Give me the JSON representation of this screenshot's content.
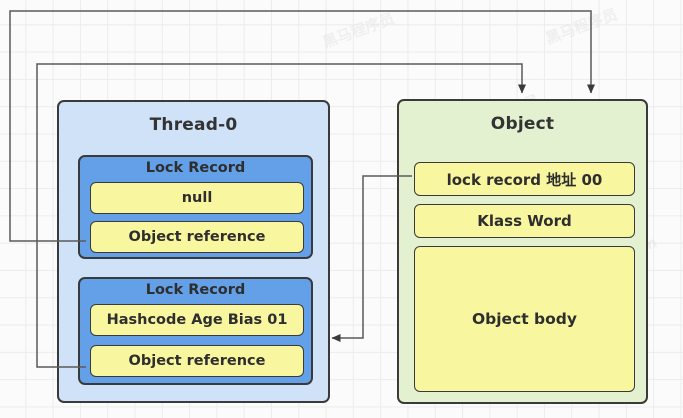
{
  "diagram": {
    "title": "Java object header / lock record (biased locking) diagram",
    "background": "#fbfbfb",
    "grid_color": "#ececec"
  },
  "thread_panel": {
    "title": "Thread-0",
    "fill": "#cfe2f7",
    "border": "#3a3a3a",
    "lock_records": [
      {
        "title": "Lock Record",
        "fill": "#63a0e8",
        "slots": [
          {
            "label": "null",
            "fill": "#f8f69f"
          },
          {
            "label": "Object reference",
            "fill": "#f8f69f"
          }
        ]
      },
      {
        "title": "Lock Record",
        "fill": "#63a0e8",
        "slots": [
          {
            "label": "Hashcode Age Bias 01",
            "fill": "#f8f69f"
          },
          {
            "label": "Object reference",
            "fill": "#f8f69f"
          }
        ]
      }
    ]
  },
  "object_panel": {
    "title": "Object",
    "fill": "#e3f1d1",
    "border": "#3a3a3a",
    "rows": [
      {
        "label": "lock record 地址 00",
        "fill": "#f8f69f"
      },
      {
        "label": "Klass Word",
        "fill": "#f8f69f"
      },
      {
        "label": "Object body",
        "fill": "#f8f69f"
      }
    ]
  },
  "connectors": [
    {
      "name": "object-reference-1-to-object",
      "from": "Lock Record 1 / Object reference",
      "to": "Object (top)",
      "stroke": "#5a5a5a",
      "arrow": true
    },
    {
      "name": "object-reference-2-to-object",
      "from": "Lock Record 2 / Object reference",
      "to": "Object (top)",
      "stroke": "#5a5a5a",
      "arrow": true
    },
    {
      "name": "lock-record-address-to-hashcode",
      "from": "Object / lock record 地址 00",
      "to": "Lock Record 2 / Hashcode Age Bias 01",
      "stroke": "#5a5a5a",
      "arrow": true
    }
  ]
}
